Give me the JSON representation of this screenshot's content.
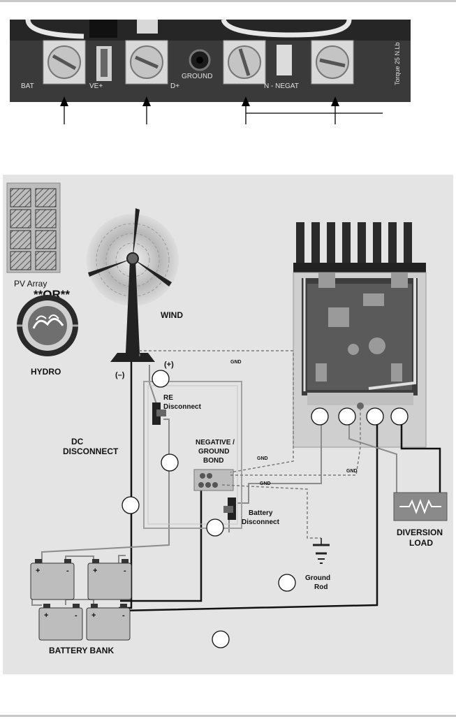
{
  "photo": {
    "terminal_labels": [
      "BAT",
      "VE+",
      "D+",
      "GROUND",
      "N - NEGAT",
      "Torque 25 N.Lb"
    ]
  },
  "sources": {
    "pv": "PV Array",
    "or": "**OR**",
    "hydro": "HYDRO",
    "wind": "WIND"
  },
  "polarity": {
    "pos": "(+)",
    "neg": "(–)"
  },
  "labels": {
    "re_disconnect": [
      "RE",
      "Disconnect"
    ],
    "dc_disconnect": [
      "DC",
      "DISCONNECT"
    ],
    "bond": [
      "NEGATIVE /",
      "GROUND",
      "BOND"
    ],
    "battery_disconnect": [
      "Battery",
      "Disconnect"
    ],
    "ground_rod": [
      "Ground",
      "Rod"
    ],
    "diversion_load": [
      "DIVERSION",
      "LOAD"
    ],
    "battery_bank": "BATTERY BANK",
    "gnd": "GND"
  },
  "battery_terminals": {
    "plus": "+",
    "minus": "-"
  },
  "colors": {
    "wire_dark": "#111111",
    "wire_light": "#8c8c8c",
    "wire_ground": "#7a7a7a",
    "load_fill": "#8a8a8a"
  }
}
